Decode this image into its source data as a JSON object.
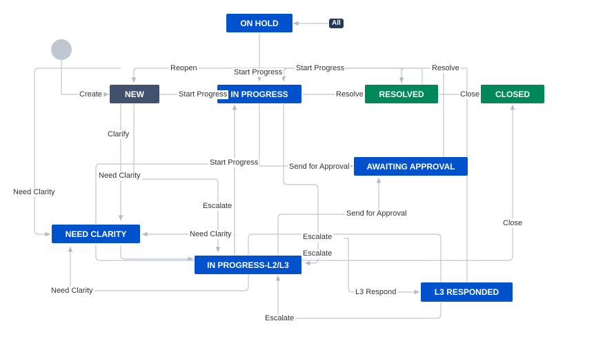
{
  "diagram": {
    "statuses": {
      "on_hold": "ON HOLD",
      "new": "NEW",
      "in_progress": "IN PROGRESS",
      "resolved": "RESOLVED",
      "closed": "CLOSED",
      "awaiting_approval": "AWAITING APPROVAL",
      "need_clarity": "NEED CLARITY",
      "in_progress_l2l3": "IN PROGRESS-L2/L3",
      "l3_responded": "L3 RESPONDED"
    },
    "all_badge": "All",
    "transitions": {
      "create": "Create",
      "reopen": "Reopen",
      "start_progress_top": "Start Progress",
      "start_progress_top2": "Start Progress",
      "resolve_top": "Resolve",
      "start_progress_new": "Start Progress",
      "resolve_mid": "Resolve",
      "close_mid": "Close",
      "clarify": "Clarify",
      "need_clarity_left": "Need Clarity",
      "start_progress_mid": "Start Progress",
      "send_for_approval": "Send for Approval",
      "need_clarity_mid": "Need Clarity",
      "escalate_mid": "Escalate",
      "send_for_approval_2": "Send for Approval",
      "close_right": "Close",
      "need_clarity_l2": "Need Clarity",
      "escalate_l3": "Escalate",
      "escalate_l2": "Escalate",
      "need_clarity_bottom": "Need Clarity",
      "l3_respond": "L3 Respond",
      "escalate_bottom": "Escalate"
    },
    "colors": {
      "status_blue": "#0052cc",
      "status_green": "#00875a",
      "status_gray": "#42526e",
      "line": "#c1c7d0"
    }
  }
}
